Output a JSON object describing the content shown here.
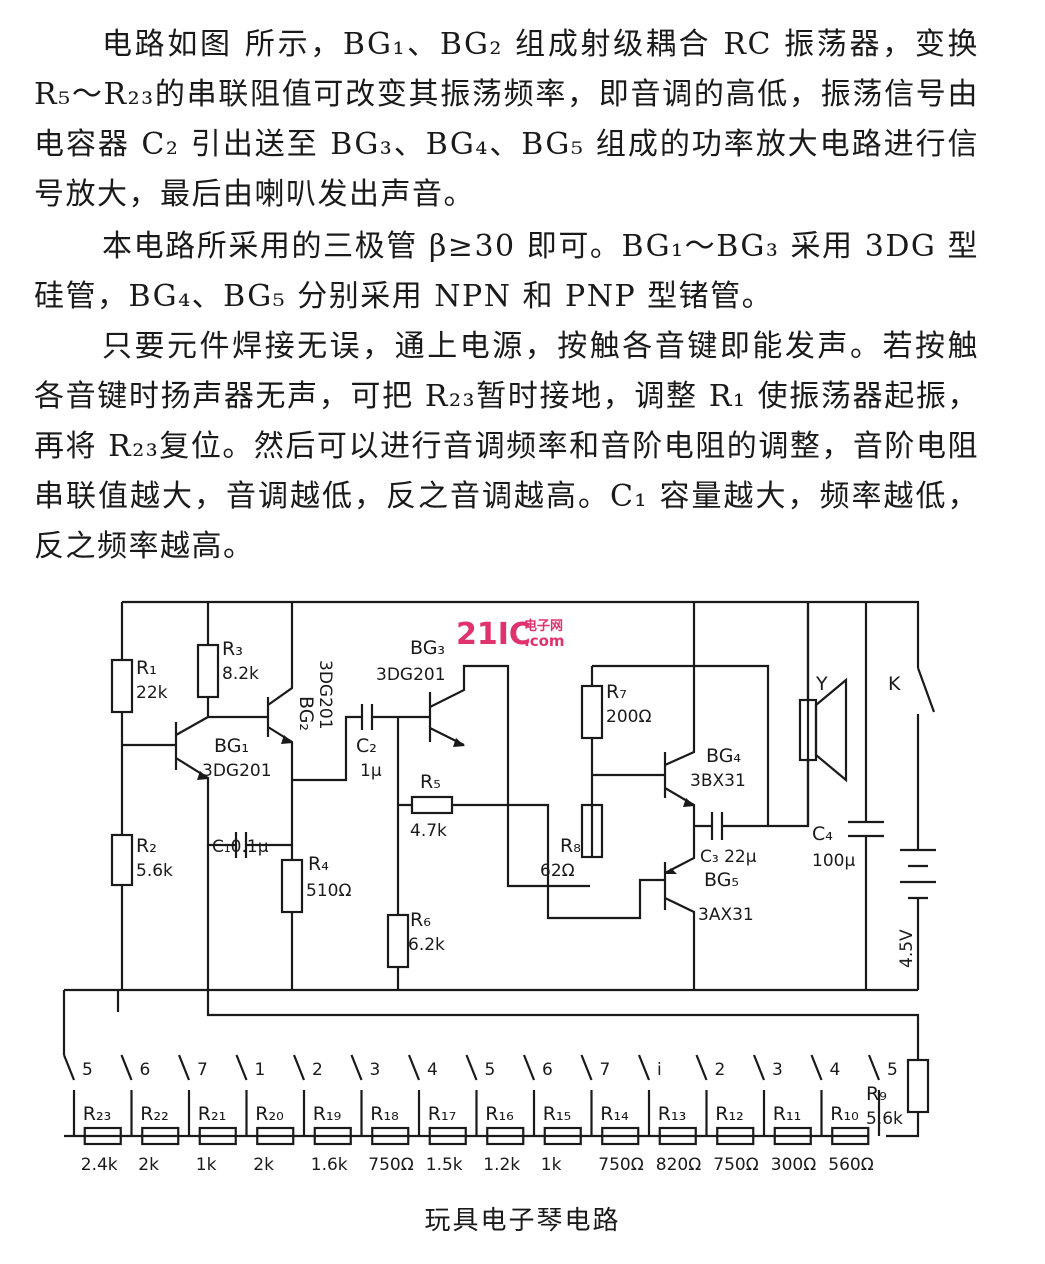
{
  "text": {
    "p1": "电路如图 所示，BG₁、BG₂ 组成射级耦合 RC 振荡器，变换 R₅～R₂₃的串联阻值可改变其振荡频率，即音调的高低，振荡信号由电容器 C₂ 引出送至 BG₃、BG₄、BG₅ 组成的功率放大电路进行信号放大，最后由喇叭发出声音。",
    "p2": "本电路所采用的三极管 β≥30 即可。BG₁～BG₃ 采用 3DG 型硅管，BG₄、BG₅ 分别采用 NPN 和 PNP 型锗管。",
    "p3": "只要元件焊接无误，通上电源，按触各音键即能发声。若按触各音键时扬声器无声，可把 R₂₃暂时接地，调整 R₁ 使振荡器起振，再将 R₂₃复位。然后可以进行音调频率和音阶电阻的调整，音阶电阻串联值越大，音调越低，反之音调越高。C₁ 容量越大，频率越低，反之频率越高。"
  },
  "caption": "玩具电子琴电路",
  "watermark": {
    "text": "21IC",
    "sub": "电子网",
    "domain": ".com",
    "color": "#e0336e"
  },
  "components": {
    "r1": [
      "R₁",
      "22k"
    ],
    "r2": [
      "R₂",
      "5.6k"
    ],
    "r3": [
      "R₃",
      "8.2k"
    ],
    "r4": [
      "R₄",
      "510Ω"
    ],
    "r5": [
      "R₅",
      "4.7k"
    ],
    "r6": [
      "R₆",
      "6.2k"
    ],
    "r7": [
      "R₇",
      "200Ω"
    ],
    "r8": [
      "R₈",
      "62Ω"
    ],
    "r9": [
      "R₉",
      "5.6k"
    ],
    "c1": "C₁0.1μ",
    "c2": [
      "C₂",
      "1μ"
    ],
    "c3": "C₃ 22μ",
    "c4": [
      "C₄",
      "100μ"
    ],
    "bg1": [
      "BG₁",
      "3DG201"
    ],
    "bg2": [
      "BG₂",
      "3DG201"
    ],
    "bg3": [
      "BG₃",
      "3DG201"
    ],
    "bg4": [
      "BG₄",
      "3BX31"
    ],
    "bg5": [
      "BG₅",
      "3AX31"
    ],
    "speaker": "Y",
    "switch": "K",
    "battery": "4.5V"
  },
  "keys": [
    "5",
    "6",
    "7",
    "1",
    "2",
    "3",
    "4",
    "5",
    "6",
    "7",
    "i",
    "2",
    "3",
    "4",
    "5"
  ],
  "scale_resistors": [
    {
      "name": "R₂₃",
      "value": "2.4k"
    },
    {
      "name": "R₂₂",
      "value": "2k"
    },
    {
      "name": "R₂₁",
      "value": "1k"
    },
    {
      "name": "R₂₀",
      "value": "2k"
    },
    {
      "name": "R₁₉",
      "value": "1.6k"
    },
    {
      "name": "R₁₈",
      "value": "750Ω"
    },
    {
      "name": "R₁₇",
      "value": "1.5k"
    },
    {
      "name": "R₁₆",
      "value": "1.2k"
    },
    {
      "name": "R₁₅",
      "value": "1k"
    },
    {
      "name": "R₁₄",
      "value": "750Ω"
    },
    {
      "name": "R₁₃",
      "value": "820Ω"
    },
    {
      "name": "R₁₂",
      "value": "750Ω"
    },
    {
      "name": "R₁₁",
      "value": "300Ω"
    },
    {
      "name": "R₁₀",
      "value": "560Ω"
    }
  ]
}
